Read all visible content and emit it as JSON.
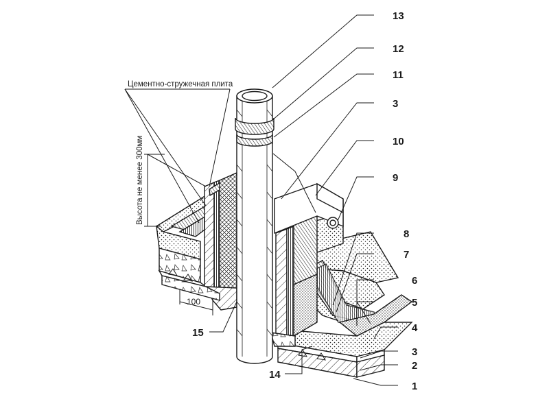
{
  "diagram": {
    "note_label": "Цементно-стружечная плита",
    "height_label": "Высота не менее 300мм",
    "dimension_label": "100",
    "callouts": [
      {
        "id": "13",
        "label": "13"
      },
      {
        "id": "12",
        "label": "12"
      },
      {
        "id": "11",
        "label": "11"
      },
      {
        "id": "3a",
        "label": "3"
      },
      {
        "id": "10",
        "label": "10"
      },
      {
        "id": "9",
        "label": "9"
      },
      {
        "id": "8",
        "label": "8"
      },
      {
        "id": "7",
        "label": "7"
      },
      {
        "id": "6",
        "label": "6"
      },
      {
        "id": "5",
        "label": "5"
      },
      {
        "id": "4",
        "label": "4"
      },
      {
        "id": "3b",
        "label": "3"
      },
      {
        "id": "2",
        "label": "2"
      },
      {
        "id": "1",
        "label": "1"
      },
      {
        "id": "14",
        "label": "14"
      },
      {
        "id": "15",
        "label": "15"
      }
    ]
  }
}
